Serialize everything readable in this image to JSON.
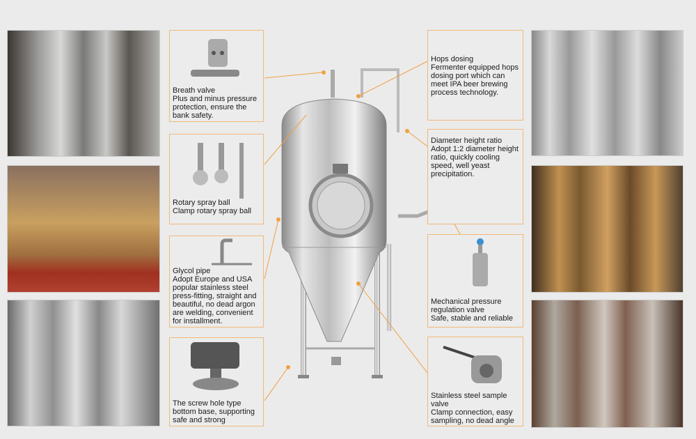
{
  "features": {
    "breath_valve": "Breath valve\nPlus and minus pressure protection, ensure the bank safety.",
    "spray_ball": "Rotary spray ball\nClamp rotary spray ball",
    "glycol_pipe": "Glycol pipe\nAdopt Europe and USA popular stainless steel press-fitting, straight and beautiful, no dead argon are welding, convenient for installment.",
    "bottom_base": "The screw hole type bottom base, supporting safe and strong",
    "hops_dosing": "Hops dosing\nFermenter equipped hops dosing port which can meet IPA beer brewing process technology.",
    "diameter_ratio": "Diameter height ratio\nAdopt 1:2 diameter height ratio, quickly cooling speed, well yeast precipitation.",
    "pressure_valve": "Mechanical pressure regulation valve\nSafe, stable and reliable",
    "sample_valve": "Stainless steel sample valve\nClamp connection, easy sampling, no dead angle"
  },
  "colors": {
    "border": "#f0b879",
    "leader": "#f0a040",
    "background": "#ebebeb"
  }
}
